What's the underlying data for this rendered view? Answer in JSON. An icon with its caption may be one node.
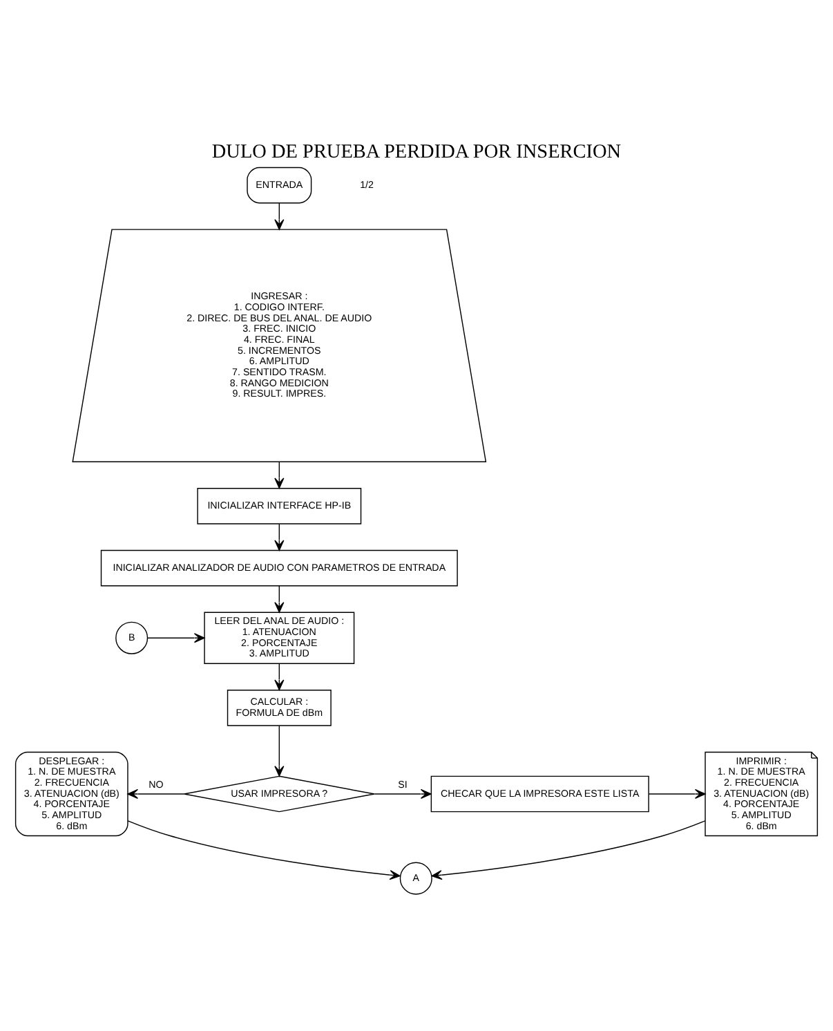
{
  "diagram": {
    "title": "DULO DE PRUEBA PERDIDA POR INSERCION",
    "nodes": [
      {
        "text": [
          "ENTRADA"
        ]
      },
      {
        "text": [
          "INGRESAR :",
          "1. CODIGO INTERF.",
          "2. DIREC. DE BUS DEL ANAL. DE AUDIO",
          "3. FREC. INICIO",
          "4. FREC. FINAL",
          "5. INCREMENTOS",
          "6. AMPLITUD",
          "7. SENTIDO TRASM.",
          "8. RANGO MEDICION",
          "9. RESULT. IMPRES."
        ]
      },
      {
        "text": [
          "INICIALIZAR INTERFACE HP-IB"
        ]
      },
      {
        "text": [
          "INICIALIZAR ANALIZADOR DE AUDIO CON PARAMETROS DE ENTRADA"
        ]
      },
      {
        "text": [
          "B"
        ]
      },
      {
        "text": [
          "LEER DEL ANAL DE AUDIO :",
          "1. ATENUACION",
          "2. PORCENTAJE",
          "3. AMPLITUD"
        ]
      },
      {
        "text": [
          "CALCULAR :",
          "FORMULA DE dBm"
        ]
      },
      {
        "text": [
          "DESPLEGAR :",
          "1. N. DE MUESTRA",
          "2. FRECUENCIA",
          "3. ATENUACION (dB)",
          "4. PORCENTAJE",
          "5. AMPLITUD",
          "6. dBm"
        ]
      },
      {
        "text": [
          "USAR IMPRESORA ?"
        ]
      },
      {
        "text": [
          "CHECAR QUE LA IMPRESORA ESTE LISTA"
        ]
      },
      {
        "text": [
          "IMPRIMIR :",
          "1. N. DE MUESTRA",
          "2. FRECUENCIA",
          "3. ATENUACION (dB)",
          "4. PORCENTAJE",
          "5. AMPLITUD",
          "6. dBm"
        ]
      },
      {
        "text": [
          "A"
        ]
      }
    ],
    "edges": [
      {
        "from": 0,
        "to": 1,
        "arrow": "to"
      },
      {
        "from": 1,
        "to": 2,
        "arrow": "to"
      },
      {
        "from": 2,
        "to": 3,
        "arrow": "to"
      },
      {
        "from": 3,
        "to": 5,
        "arrow": "to"
      },
      {
        "from": 4,
        "to": 5,
        "arrow": "to"
      },
      {
        "from": 5,
        "to": 6,
        "arrow": "to"
      },
      {
        "from": 6,
        "to": 8,
        "arrow": "to"
      },
      {
        "from": 8,
        "to": 7,
        "arrow": "to",
        "label": "NO"
      },
      {
        "from": 8,
        "to": 9,
        "arrow": "to",
        "label": "SI"
      },
      {
        "from": 9,
        "to": 10,
        "arrow": "to"
      },
      {
        "from": 7,
        "to": 11,
        "arrow": "to"
      },
      {
        "from": 10,
        "to": 11,
        "arrow": "to"
      }
    ],
    "labels": [
      "1/2"
    ]
  }
}
